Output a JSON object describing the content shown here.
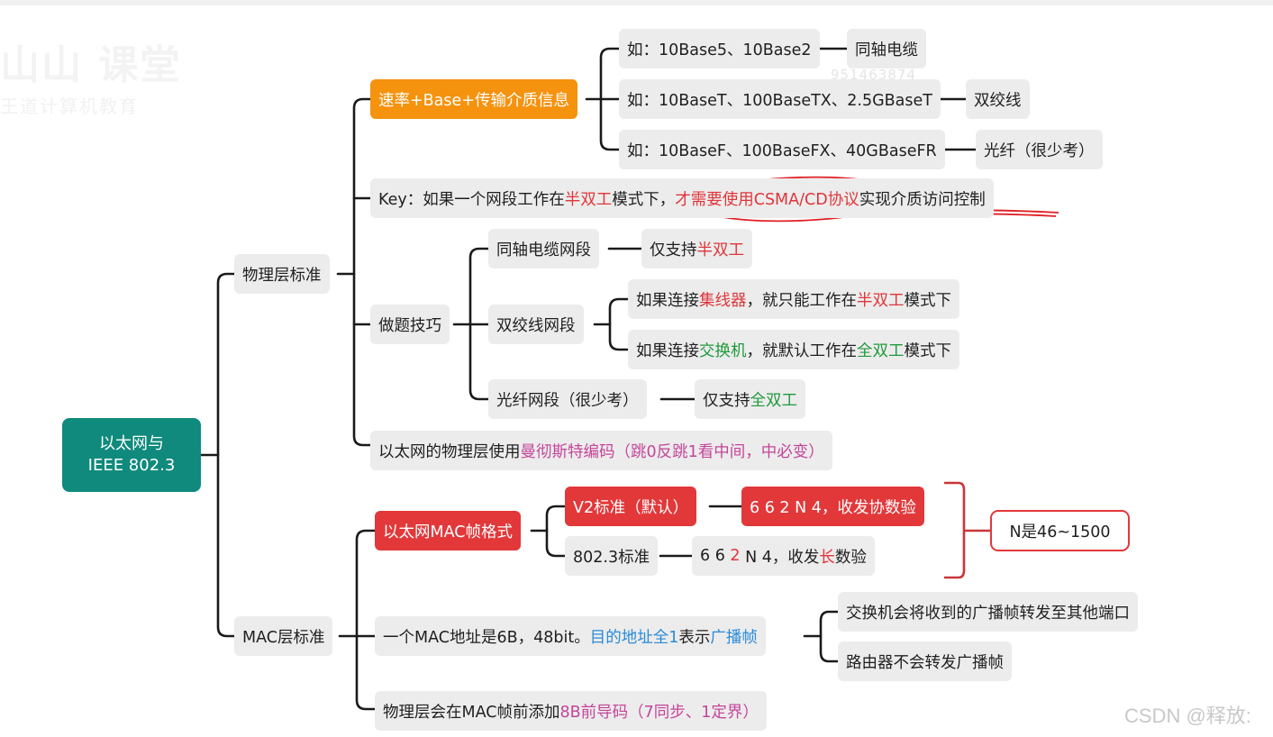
{
  "root": [
    "以太网与",
    "IEEE 802.3"
  ],
  "phys": {
    "label": "物理层标准",
    "rate": {
      "label": "速率+Base+传输介质信息",
      "examples": [
        {
          "text": "如：10Base5、10Base2",
          "medium": "同轴电缆"
        },
        {
          "text": "如：10BaseT、100BaseTX、2.5GBaseT",
          "medium": "双绞线"
        },
        {
          "text": "如：10BaseF、100BaseFX、40GBaseFR",
          "medium": "光纤（很少考）"
        }
      ]
    },
    "key": {
      "p1": "Key：如果一个网段工作在",
      "hl": "半双工",
      "p2": "模式下，",
      "p3": "才需要使用CSMA/CD协议",
      "p4": "实现介质访问控制"
    },
    "tips": {
      "label": "做题技巧",
      "coax": {
        "label": "同轴电缆网段",
        "note_a": "仅支持",
        "note_b": "半双工"
      },
      "tp": {
        "label": "双绞线网段",
        "hub": {
          "a": "如果连接",
          "b": "集线器",
          "c": "，就只能工作在",
          "d": "半双工",
          "e": "模式下"
        },
        "switch": {
          "a": "如果连接",
          "b": "交换机",
          "c": "，就默认工作在",
          "d": "全双工",
          "e": "模式下"
        }
      },
      "fiber": {
        "label": "光纤网段（很少考）",
        "note_a": "仅支持",
        "note_b": "全双工"
      }
    },
    "manchester": {
      "a": "以太网的物理层使用",
      "b": "曼彻斯特编码（跳0反跳1看中间，中必变）"
    }
  },
  "mac": {
    "label": "MAC层标准",
    "frame": {
      "label": "以太网MAC帧格式",
      "v2": {
        "label": "V2标准（默认）",
        "fmt": "6 6 2 N 4，收发协数验"
      },
      "ieee": {
        "label": "802.3标准",
        "fmt_a": "6 6 ",
        "fmt_b": "2",
        "fmt_c": " N 4，收发",
        "fmt_d": "长",
        "fmt_e": "数验"
      },
      "n_note": "N是46~1500"
    },
    "addr": {
      "a": "一个MAC地址是6B，48bit。",
      "b": "目的地址全1",
      "c": "表示",
      "d": "广播帧",
      "children": [
        "交换机会将收到的广播帧转发至其他端口",
        "路由器不会转发广播帧"
      ]
    },
    "preamble": {
      "a": "物理层会在MAC帧前添加",
      "b": "8B前导码（7同步、1定界）"
    }
  },
  "watermark": {
    "brand": "山山 课堂",
    "sub": "王道计算机教育",
    "num": "951463874"
  },
  "footer": "CSDN @释放:"
}
